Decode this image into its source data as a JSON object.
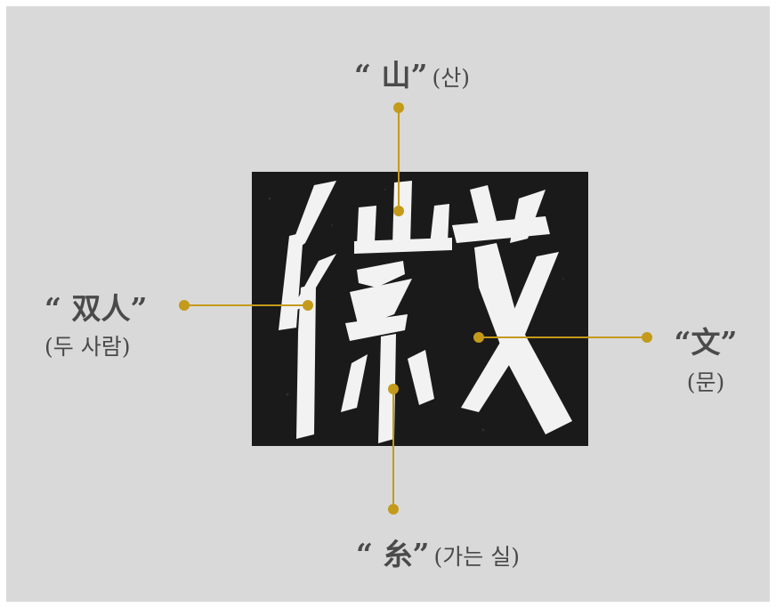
{
  "colors": {
    "background": "#d9d9d9",
    "rubbing": "#1a1a1a",
    "ink": "#f2f2f2",
    "leader": "#c49a1a",
    "text": "#4a4a4a"
  },
  "labels": {
    "top": {
      "glyph": "“ 山”",
      "reading": "(산)"
    },
    "left": {
      "glyph": "“ 双人”",
      "reading": "(두 사람)"
    },
    "right": {
      "glyph": "“文”",
      "reading": "(문)"
    },
    "bottom": {
      "glyph": "“ 糸”",
      "reading": "(가는 실)"
    }
  }
}
